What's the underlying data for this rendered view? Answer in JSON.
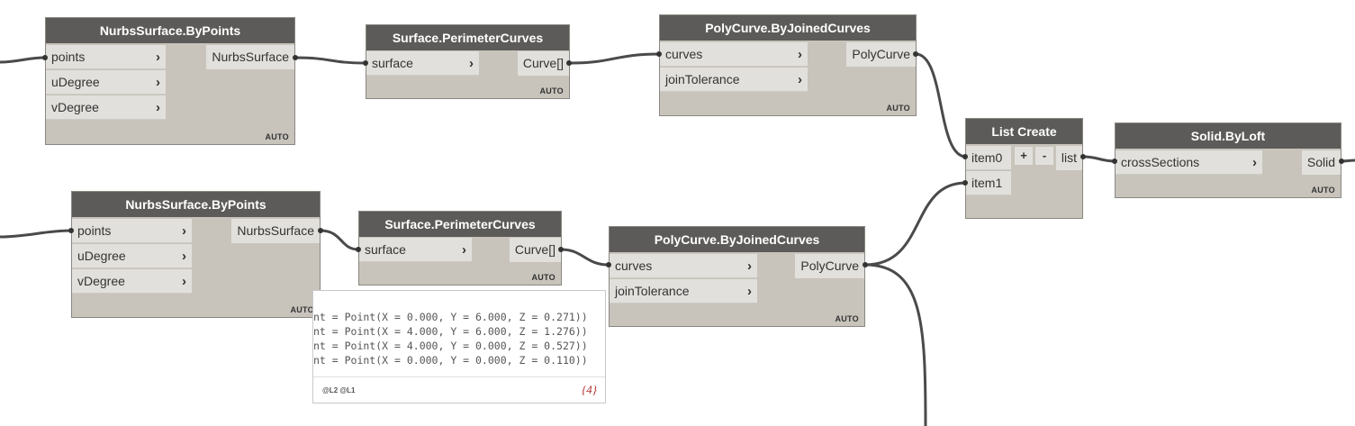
{
  "nodes": {
    "nurbs1": {
      "title": "NurbsSurface.ByPoints",
      "inputs": [
        "points",
        "uDegree",
        "vDegree"
      ],
      "output": "NurbsSurface",
      "lacing": "AUTO"
    },
    "perim1": {
      "title": "Surface.PerimeterCurves",
      "inputs": [
        "surface"
      ],
      "output": "Curve[]",
      "lacing": "AUTO"
    },
    "poly1": {
      "title": "PolyCurve.ByJoinedCurves",
      "inputs": [
        "curves",
        "joinTolerance"
      ],
      "output": "PolyCurve",
      "lacing": "AUTO"
    },
    "listcreate": {
      "title": "List Create",
      "inputs": [
        "item0",
        "item1"
      ],
      "output": "list",
      "add_label": "+",
      "remove_label": "-"
    },
    "loft": {
      "title": "Solid.ByLoft",
      "inputs": [
        "crossSections"
      ],
      "output": "Solid",
      "lacing": "AUTO"
    },
    "nurbs2": {
      "title": "NurbsSurface.ByPoints",
      "inputs": [
        "points",
        "uDegree",
        "vDegree"
      ],
      "output": "NurbsSurface",
      "lacing": "AUTO"
    },
    "perim2": {
      "title": "Surface.PerimeterCurves",
      "inputs": [
        "surface"
      ],
      "output": "Curve[]",
      "lacing": "AUTO"
    },
    "poly2": {
      "title": "PolyCurve.ByJoinedCurves",
      "inputs": [
        "curves",
        "joinTolerance"
      ],
      "output": "PolyCurve",
      "lacing": "AUTO"
    }
  },
  "preview": {
    "lines": [
      "nt = Point(X = 0.000, Y = 6.000, Z = 0.271))",
      "nt = Point(X = 4.000, Y = 6.000, Z = 1.276))",
      "nt = Point(X = 4.000, Y = 0.000, Z = 0.527))",
      "nt = Point(X = 0.000, Y = 0.000, Z = 0.110))"
    ],
    "levels": "@L2 @L1",
    "count": "{4}"
  },
  "colors": {
    "node_header": "#5c5b59",
    "node_body": "#c8c4bc",
    "port": "#e2e0dc",
    "wire": "#4a4a4a",
    "count": "#b03030"
  }
}
